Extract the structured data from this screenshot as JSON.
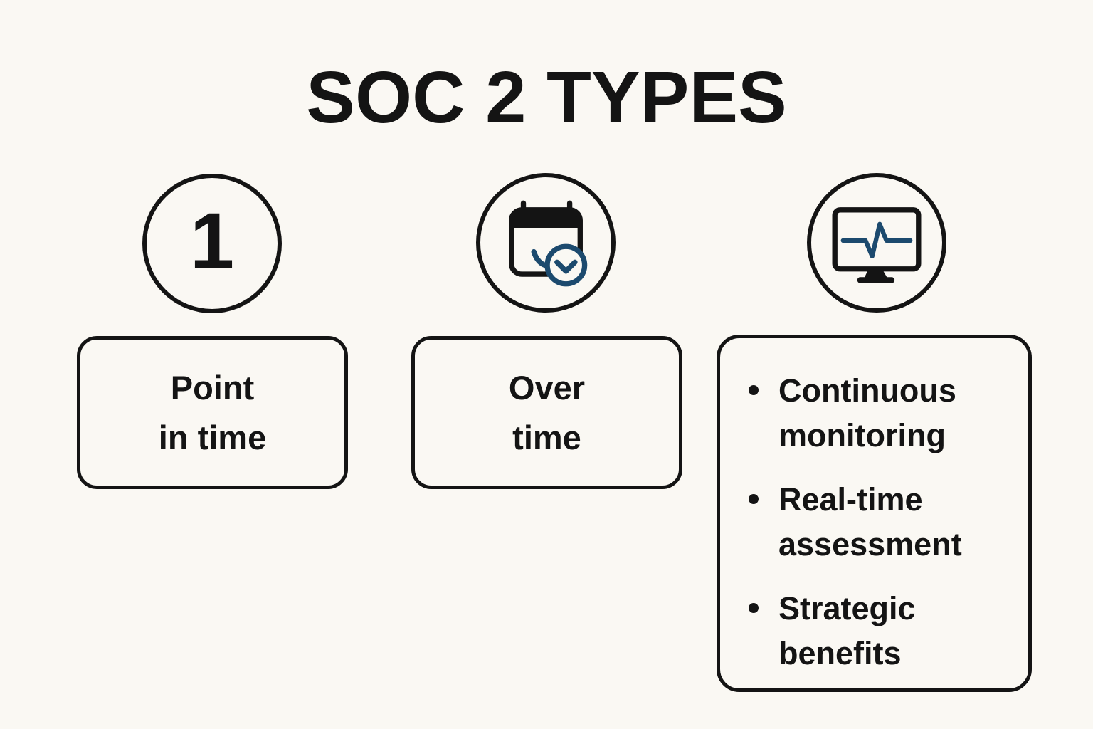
{
  "title": "SOC 2 TYPES",
  "colors": {
    "background": "#FAF8F3",
    "ink": "#141414",
    "accent_navy": "#1C4A6E"
  },
  "columns": [
    {
      "icon": "number-1-badge",
      "badge_number": "1",
      "card": {
        "lines": [
          "Point",
          "in time"
        ]
      }
    },
    {
      "icon": "calendar-check-icon",
      "card": {
        "lines": [
          "Over",
          "time"
        ]
      }
    },
    {
      "icon": "monitor-pulse-icon",
      "card": {
        "bullets": [
          "Continuous monitoring",
          "Real-time assessment",
          "Strategic benefits"
        ]
      }
    }
  ]
}
